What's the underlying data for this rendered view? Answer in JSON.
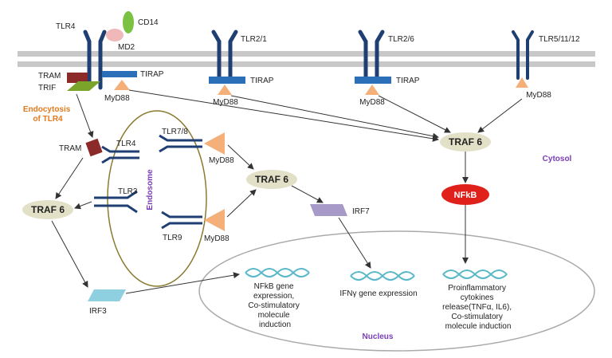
{
  "labels": {
    "tlr4": "TLR4",
    "cd14": "CD14",
    "md2": "MD2",
    "tlr2_1": "TLR2/1",
    "tlr2_6": "TLR2/6",
    "tlr5": "TLR5/11/12",
    "tram_top": "TRAM",
    "trif": "TRIF",
    "tirap_1": "TIRAP",
    "tirap_2": "TIRAP",
    "tirap_3": "TIRAP",
    "myd88_1": "MyD88",
    "myd88_2": "MyD88",
    "myd88_3": "MyD88",
    "myd88_4": "MyD88",
    "endocytosis": [
      "Endocytosis",
      "of TLR4"
    ],
    "tram_endo": "TRAM",
    "tlr4_endo": "TLR4",
    "tlr78": "TLR7/8",
    "myd88_tlr78": "MyD88",
    "endosome": "Endosome",
    "tlr3": "TLR3",
    "tlr9": "TLR9",
    "myd88_tlr9": "MyD88",
    "traf6_left": "TRAF 6",
    "traf6_mid": "TRAF 6",
    "traf6_right": "TRAF 6",
    "nfkb": "NFkB",
    "irf7": "IRF7",
    "irf3": "IRF3",
    "cytosol": "Cytosol",
    "nucleus": "Nucleus",
    "gene1": [
      "NFkB gene",
      "expression,",
      "Co-stimulatory",
      "molecule",
      "induction"
    ],
    "gene2": "IFNγ gene expression",
    "gene3": [
      "Proinflammatory",
      "cytokines",
      "release(TNFα, IL6),",
      "Co-stimulatory",
      "molecule induction"
    ]
  },
  "colors": {
    "receptor": "#1f3f73",
    "membrane": "#c8c8c8",
    "tirap": "#2a6fb8",
    "myd88": "#f5b07a",
    "tram": "#8c2a2a",
    "trif": "#7aa52a",
    "cd14": "#7cc242",
    "md2": "#f0b8b8",
    "traf6": "#e3e0c8",
    "nfkb": "#e0201a",
    "irf7": "#a89ac8",
    "irf3": "#8ed0e0",
    "endosome_border": "#8a7a30",
    "dna": "#5bb8c8"
  }
}
